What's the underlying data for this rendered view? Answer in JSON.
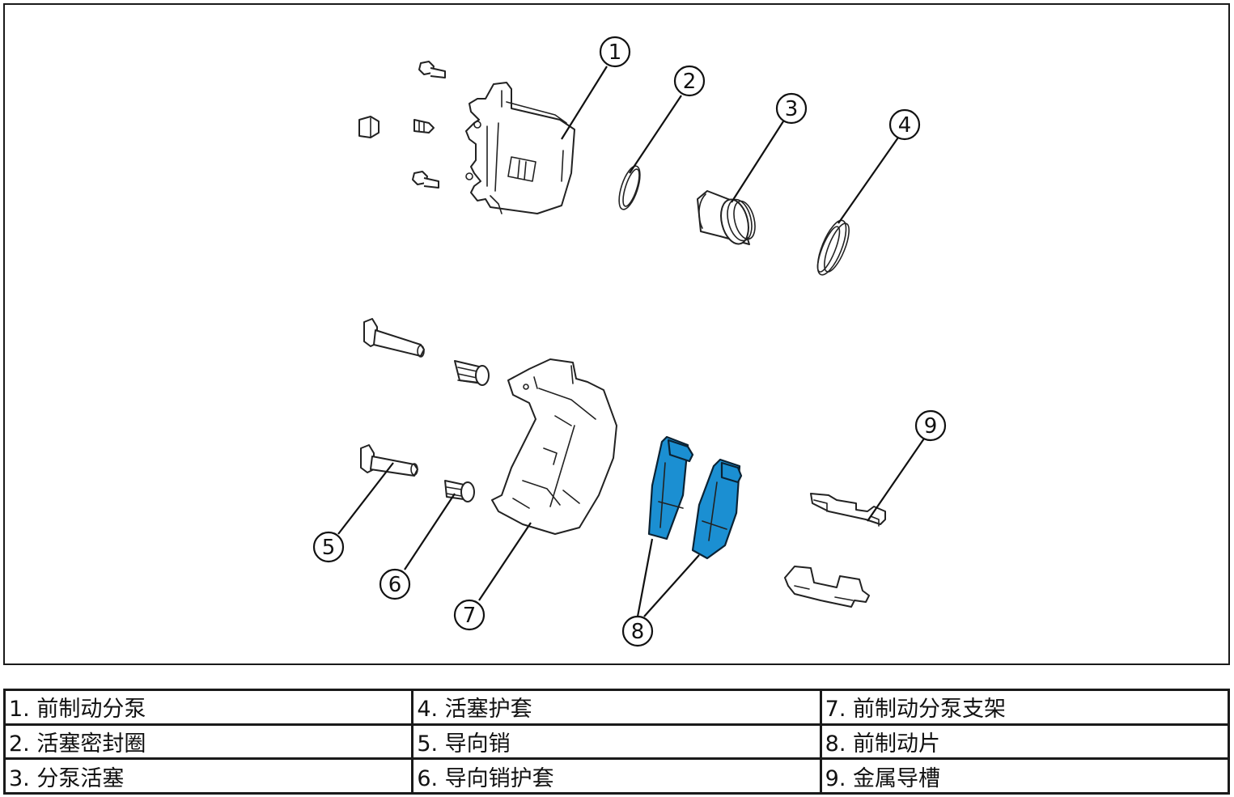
{
  "diagram": {
    "callouts": [
      "1",
      "2",
      "3",
      "4",
      "5",
      "6",
      "7",
      "8",
      "9"
    ]
  },
  "legend": {
    "rows": [
      [
        "1. 前制动分泵",
        "4. 活塞护套",
        "7. 前制动分泵支架"
      ],
      [
        "2. 活塞密封圈",
        "5. 导向销",
        "8. 前制动片"
      ],
      [
        "3. 分泵活塞",
        "6. 导向销护套",
        "9. 金属导槽"
      ]
    ]
  },
  "colors": {
    "pad_fill": "#1b8fd2",
    "line": "#222222"
  }
}
